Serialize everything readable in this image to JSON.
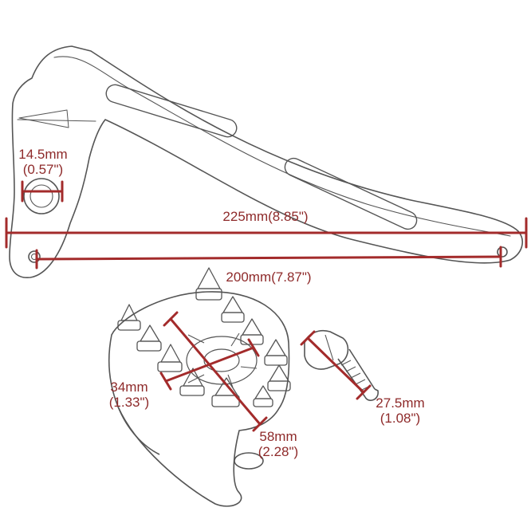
{
  "colors": {
    "dimension": "#a32b2b",
    "outline": "#555555",
    "background": "#ffffff"
  },
  "labels": {
    "hole": {
      "line1": "14.5mm",
      "line2": "(0.57\")"
    },
    "overall": {
      "line1": "225mm(8.85\")"
    },
    "center": {
      "line1": "200mm(7.87\")"
    },
    "peg_width": {
      "line1": "34mm",
      "line2": "(1.33\")"
    },
    "peg_length": {
      "line1": "58mm",
      "line2": "(2.28\")"
    },
    "bolt": {
      "line1": "27.5mm",
      "line2": "(1.08\")"
    }
  }
}
